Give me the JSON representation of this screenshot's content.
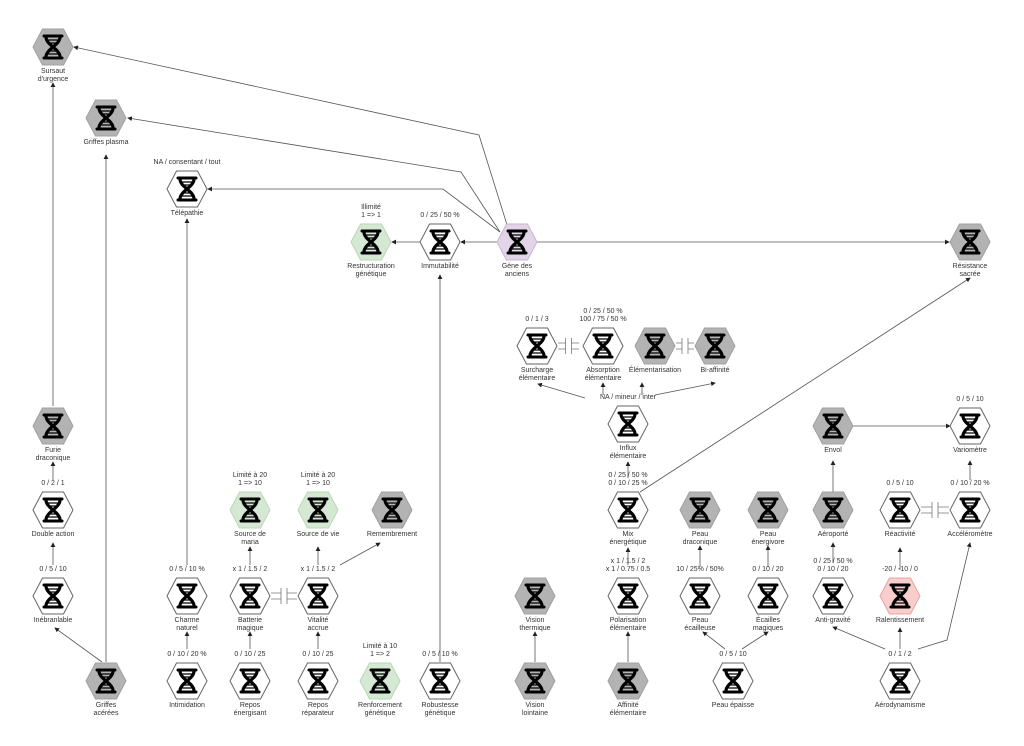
{
  "title": "Arbre génétique",
  "colors": {
    "default": {
      "fill": "#ffffff",
      "stroke": "#666666"
    },
    "locked": {
      "fill": "#b3b3b3",
      "stroke": "#a0a0a0"
    },
    "green": {
      "fill": "#d5e8d4",
      "stroke": "#b9d7b3"
    },
    "purple": {
      "fill": "#e1d5e7",
      "stroke": "#c9b3d6"
    },
    "red": {
      "fill": "#f8cecc",
      "stroke": "#e6a5a3"
    },
    "edge": "#555555"
  },
  "icon": "dna-icon",
  "nodes": [
    {
      "id": "sursaut",
      "label": "Sursaut\nd'urgence",
      "annotation": "",
      "style": "locked"
    },
    {
      "id": "griffes_plasma",
      "label": "Griffes plasma",
      "annotation": "",
      "style": "locked"
    },
    {
      "id": "telepathie",
      "label": "Télépathie",
      "annotation": "NA / consentant / tout",
      "style": "default"
    },
    {
      "id": "restructuration",
      "label": "Restructuration\ngénétique",
      "annotation": "Illimité\n1 => 1",
      "style": "green"
    },
    {
      "id": "immutabilite",
      "label": "Immutabilité",
      "annotation": "0 / 25 / 50 %",
      "style": "default"
    },
    {
      "id": "gene",
      "label": "Gène des\nanciens",
      "annotation": "",
      "style": "purple"
    },
    {
      "id": "resistance",
      "label": "Résistance\nsacrée",
      "annotation": "",
      "style": "locked"
    },
    {
      "id": "surcharge",
      "label": "Surcharge\nélémentaire",
      "annotation": "0 / 1 / 3",
      "style": "default"
    },
    {
      "id": "absorption",
      "label": "Absorption\nélémentaire",
      "annotation": "0 / 25 / 50 %\n100 / 75 / 50 %",
      "style": "default"
    },
    {
      "id": "elementarisation",
      "label": "Élémentarisation",
      "annotation": "",
      "style": "locked"
    },
    {
      "id": "biaffinite",
      "label": "Bi-affinité",
      "annotation": "",
      "style": "locked"
    },
    {
      "id": "influx",
      "label": "Influx\nélémentaire",
      "annotation": "NA / mineur / inter",
      "style": "default"
    },
    {
      "id": "mix",
      "label": "Mix\nénergétique",
      "annotation": "0 / 25 / 50 %\n0 / 10 / 25 %",
      "style": "default"
    },
    {
      "id": "polarisation",
      "label": "Polarisation\nélémentaire",
      "annotation": "x 1 / 1.5 / 2\nx 1 / 0.75 / 0.5",
      "style": "default"
    },
    {
      "id": "affinite",
      "label": "Affinité\nélémentaire",
      "annotation": "",
      "style": "locked"
    },
    {
      "id": "vision_thermique",
      "label": "Vision\nthermique",
      "annotation": "",
      "style": "locked"
    },
    {
      "id": "vision_lointaine",
      "label": "Vision\nlointaine",
      "annotation": "",
      "style": "locked"
    },
    {
      "id": "peau_draconique",
      "label": "Peau\ndraconique",
      "annotation": "",
      "style": "locked"
    },
    {
      "id": "peau_ecailleuse",
      "label": "Peau\nécailleuse",
      "annotation": "10 / 25% / 50%",
      "style": "default"
    },
    {
      "id": "peau_energivore",
      "label": "Peau\nénergivore",
      "annotation": "",
      "style": "locked"
    },
    {
      "id": "ecailles",
      "label": "Écailles\nmagiques",
      "annotation": "0 / 10 / 20",
      "style": "default"
    },
    {
      "id": "peau_epaisse",
      "label": "Peau épaisse",
      "annotation": "0 / 5 / 10",
      "style": "default"
    },
    {
      "id": "envol",
      "label": "Envol",
      "annotation": "",
      "style": "locked"
    },
    {
      "id": "variometre",
      "label": "Variomètre",
      "annotation": "0 / 5 / 10",
      "style": "default"
    },
    {
      "id": "aeroporte",
      "label": "Aéroporté",
      "annotation": "",
      "style": "locked"
    },
    {
      "id": "reactivite",
      "label": "Réactivité",
      "annotation": "0 / 5 / 10",
      "style": "default"
    },
    {
      "id": "accelerometre",
      "label": "Accéléromètre",
      "annotation": "0 / 10 / 20 %",
      "style": "default"
    },
    {
      "id": "antigravite",
      "label": "Anti-gravité",
      "annotation": "0 / 25 / 50 %\n0 / 10 / 20",
      "style": "default"
    },
    {
      "id": "ralentissement",
      "label": "Ralentissement",
      "annotation": "-20 / -10 / 0",
      "style": "red"
    },
    {
      "id": "aerodynamisme",
      "label": "Aérodynamisme",
      "annotation": "0 / 1 / 2",
      "style": "default"
    },
    {
      "id": "furie",
      "label": "Furie\ndraconique",
      "annotation": "",
      "style": "locked"
    },
    {
      "id": "double_action",
      "label": "Double action",
      "annotation": "0 / 2 / 1",
      "style": "default"
    },
    {
      "id": "inebranlable",
      "label": "Inébranlable",
      "annotation": "0 / 5 / 10",
      "style": "default"
    },
    {
      "id": "griffes_acerees",
      "label": "Griffes\nacérées",
      "annotation": "",
      "style": "locked"
    },
    {
      "id": "charme",
      "label": "Charme\nnaturel",
      "annotation": "0 / 5 / 10 %",
      "style": "default"
    },
    {
      "id": "intimidation",
      "label": "Intimidation",
      "annotation": "0 / 10 / 20 %",
      "style": "default"
    },
    {
      "id": "batterie",
      "label": "Batterie\nmagique",
      "annotation": "x 1 / 1.5 / 2",
      "style": "default"
    },
    {
      "id": "source_mana",
      "label": "Source de\nmana",
      "annotation": "Limité à 20\n1 => 10",
      "style": "green"
    },
    {
      "id": "vitalite",
      "label": "Vitalité\naccrue",
      "annotation": "x 1 / 1.5 / 2",
      "style": "default"
    },
    {
      "id": "source_vie",
      "label": "Source de vie",
      "annotation": "Limité à 20\n1 => 10",
      "style": "green"
    },
    {
      "id": "remembrement",
      "label": "Remembrement",
      "annotation": "",
      "style": "locked"
    },
    {
      "id": "repos_energisant",
      "label": "Repos\nénergisant",
      "annotation": "0 / 10 / 25",
      "style": "default"
    },
    {
      "id": "repos_reparateur",
      "label": "Repos\nréparateur",
      "annotation": "0 / 10 / 25",
      "style": "default"
    },
    {
      "id": "renforcement",
      "label": "Renforcement\ngénétique",
      "annotation": "Limité à 10\n1 => 2",
      "style": "green"
    },
    {
      "id": "robustesse",
      "label": "Robustesse\ngénétique",
      "annotation": "0 / 5 / 10 %",
      "style": "default"
    }
  ]
}
